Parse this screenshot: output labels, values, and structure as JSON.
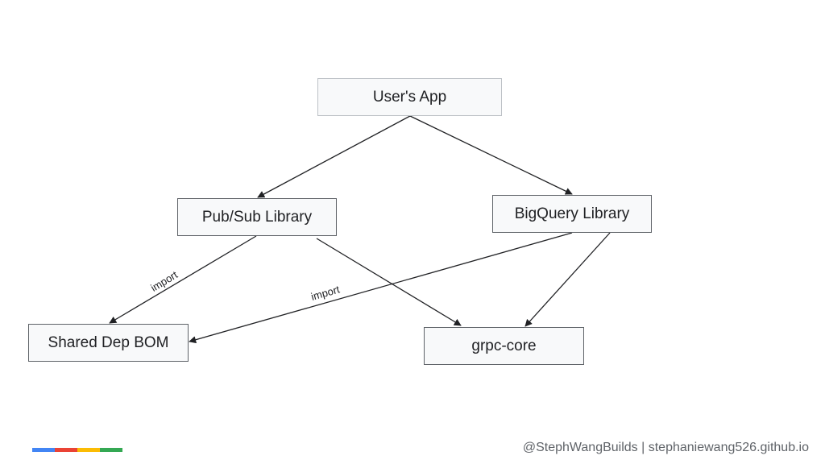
{
  "diagram": {
    "nodes": {
      "app": "User's App",
      "pubsub": "Pub/Sub Library",
      "bigquery": "BigQuery Library",
      "bom": "Shared Dep BOM",
      "grpc": "grpc-core"
    },
    "edge_labels": {
      "pubsub_to_bom": "import",
      "bigquery_to_bom": "import"
    },
    "edges": [
      {
        "from": "app",
        "to": "pubsub"
      },
      {
        "from": "app",
        "to": "bigquery"
      },
      {
        "from": "pubsub",
        "to": "bom",
        "label": "import"
      },
      {
        "from": "pubsub",
        "to": "grpc"
      },
      {
        "from": "bigquery",
        "to": "bom",
        "label": "import"
      },
      {
        "from": "bigquery",
        "to": "grpc"
      }
    ]
  },
  "footer": {
    "credit": "@StephWangBuilds | stephaniewang526.github.io"
  },
  "colors": {
    "node_fill": "#f8f9fa",
    "node_border": "#5f6368",
    "edge": "#202124",
    "logo": [
      "#4285f4",
      "#ea4335",
      "#fbbc04",
      "#34a853"
    ]
  }
}
